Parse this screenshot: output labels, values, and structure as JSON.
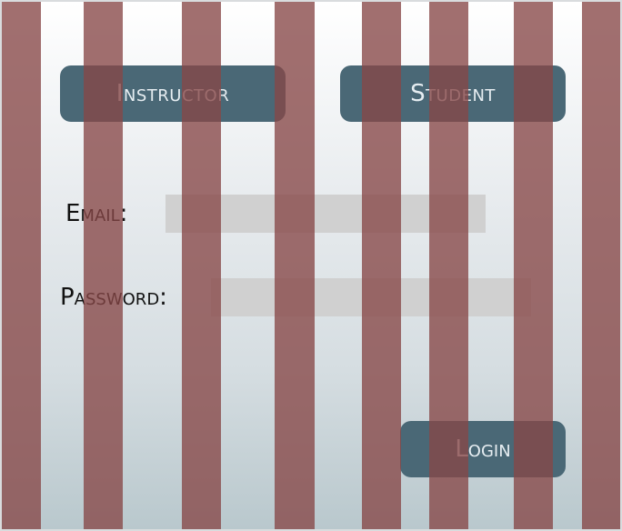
{
  "roles": {
    "instructor_label": "Instructor",
    "student_label": "Student"
  },
  "form": {
    "email_label": "Email:",
    "email_value": "",
    "email_placeholder": "",
    "password_label": "Password:",
    "password_value": "",
    "password_placeholder": ""
  },
  "actions": {
    "login_label": "Login"
  },
  "colors": {
    "button": "#4a6876",
    "button_text": "#e6edf1",
    "input": "#d0d0d0",
    "overlay_stripe": "#874646"
  }
}
